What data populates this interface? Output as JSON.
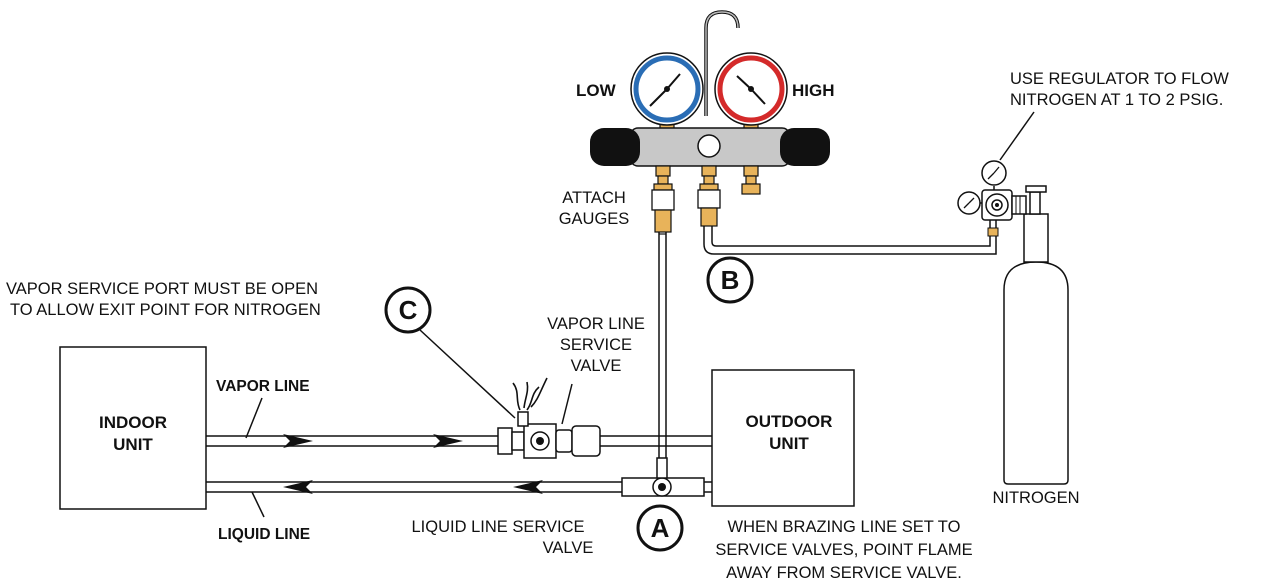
{
  "labels": {
    "low": "LOW",
    "high": "HIGH",
    "attach_gauges": [
      "ATTACH",
      "GAUGES"
    ],
    "regulator_note": [
      "USE REGULATOR TO FLOW",
      "NITROGEN AT 1 TO 2 PSIG."
    ],
    "vapor_port_note": [
      "VAPOR SERVICE PORT MUST BE OPEN",
      "TO ALLOW EXIT POINT FOR NITROGEN"
    ],
    "vapor_valve": [
      "VAPOR LINE",
      "SERVICE",
      "VALVE"
    ],
    "vapor_line": "VAPOR LINE",
    "liquid_line": "LIQUID LINE",
    "indoor_unit": [
      "INDOOR",
      "UNIT"
    ],
    "outdoor_unit": [
      "OUTDOOR",
      "UNIT"
    ],
    "liquid_valve": [
      "LIQUID LINE SERVICE",
      "VALVE"
    ],
    "brazing_note": [
      "WHEN BRAZING LINE SET TO",
      "SERVICE VALVES, POINT FLAME",
      "AWAY FROM SERVICE VALVE."
    ],
    "nitrogen": "NITROGEN"
  },
  "callouts": {
    "a": "A",
    "b": "B",
    "c": "C"
  },
  "colors": {
    "low_gauge": "#2a6db5",
    "high_gauge": "#d42a2a",
    "brass": "#e8b35a",
    "manifold": "#c8c8c8"
  }
}
